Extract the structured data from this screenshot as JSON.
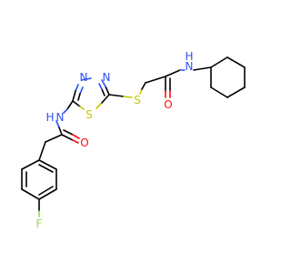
{
  "molecule": {
    "atom_labels": {
      "n_ring_1": "N",
      "n_ring_2": "N",
      "s_ring": "S",
      "s_thioether": "S",
      "o_amide_1": "O",
      "o_amide_2": "O",
      "nh_amide_1": "N",
      "h_amide_1": "H",
      "nh_amide_2": "N",
      "h_amide_2": "H",
      "fluorine": "F"
    },
    "colors": {
      "carbon_bond": "#000000",
      "nitrogen": "#3050f8",
      "oxygen": "#ff0d0d",
      "sulfur": "#c8c800",
      "fluorine": "#90e050"
    }
  }
}
